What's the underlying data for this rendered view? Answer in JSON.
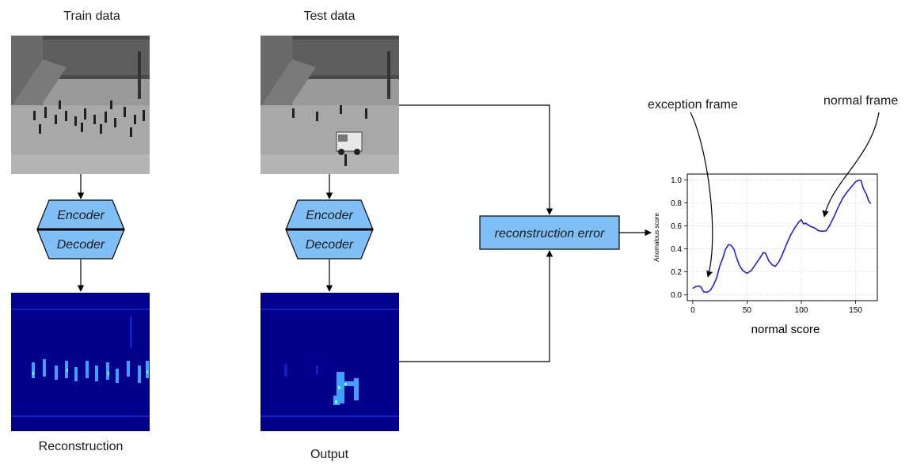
{
  "columns": {
    "train": {
      "title": "Train data",
      "bottom_caption": "Reconstruction"
    },
    "test": {
      "title": "Test data",
      "bottom_caption": "Output"
    }
  },
  "autoencoder": {
    "encoder_label": "Encoder",
    "decoder_label": "Decoder"
  },
  "error_box": {
    "label": "reconstruction error"
  },
  "annotations": {
    "exception": "exception frame",
    "normal": "normal frame"
  },
  "colors": {
    "block_fill": "#7fbff5",
    "heatmap_base": "#00008b",
    "curve": "#1f1fe0"
  },
  "chart_data": {
    "type": "line",
    "title": "",
    "xlabel": "normal score",
    "ylabel": "Anomalous score",
    "xlim": [
      -5,
      170
    ],
    "ylim": [
      -0.05,
      1.05
    ],
    "x_ticks": [
      0,
      50,
      100,
      150
    ],
    "x_tick_labels": [
      "0",
      "50",
      "100",
      "150"
    ],
    "y_ticks": [
      0.0,
      0.2,
      0.4,
      0.6,
      0.8,
      1.0
    ],
    "y_tick_labels": [
      "0.0",
      "0.2",
      "0.4",
      "0.6",
      "0.8",
      "1.0"
    ],
    "grid": true,
    "series": [
      {
        "x": [
          0,
          3,
          6,
          8,
          10,
          13,
          16,
          19,
          22,
          25,
          28,
          30,
          33,
          35,
          38,
          40,
          43,
          46,
          50,
          54,
          58,
          62,
          65,
          67,
          70,
          73,
          76,
          79,
          82,
          86,
          90,
          94,
          98,
          100,
          102,
          104,
          108,
          112,
          116,
          120,
          123,
          126,
          130,
          134,
          138,
          142,
          146,
          150,
          153,
          155,
          157,
          160,
          162,
          164
        ],
        "y": [
          0.06,
          0.07,
          0.08,
          0.06,
          0.03,
          0.02,
          0.04,
          0.08,
          0.15,
          0.25,
          0.33,
          0.39,
          0.44,
          0.43,
          0.4,
          0.33,
          0.26,
          0.21,
          0.19,
          0.21,
          0.27,
          0.32,
          0.37,
          0.36,
          0.3,
          0.26,
          0.25,
          0.28,
          0.34,
          0.43,
          0.52,
          0.58,
          0.64,
          0.65,
          0.62,
          0.62,
          0.6,
          0.58,
          0.56,
          0.55,
          0.56,
          0.6,
          0.68,
          0.76,
          0.84,
          0.89,
          0.94,
          0.98,
          1.0,
          0.99,
          0.93,
          0.87,
          0.82,
          0.79
        ]
      }
    ]
  }
}
